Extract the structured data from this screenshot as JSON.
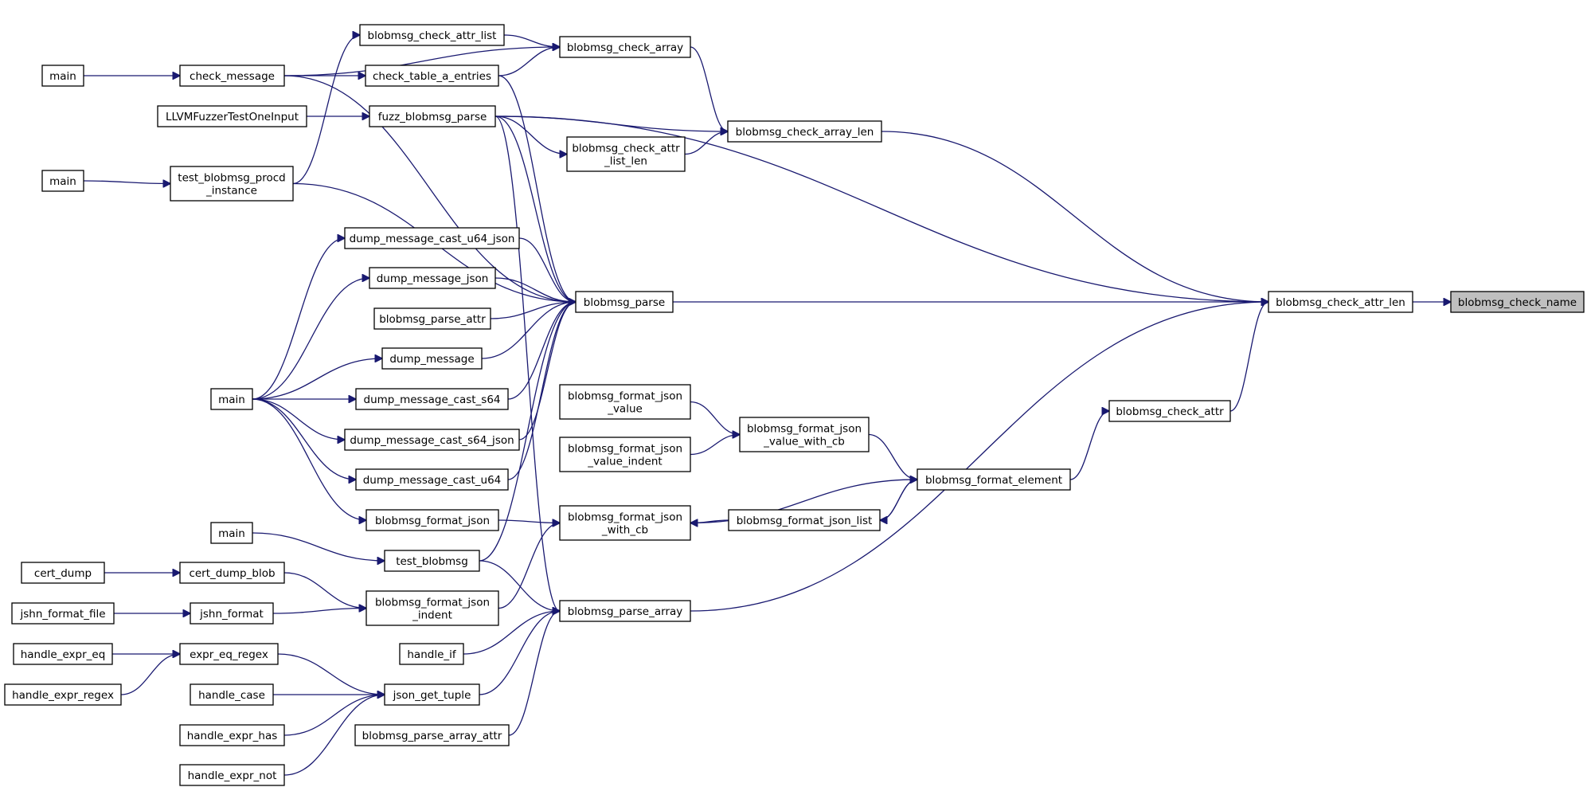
{
  "diagram": {
    "type": "call-graph",
    "edge_color": "#191970",
    "highlight_color": "#bfbfbf",
    "nodes": [
      {
        "id": "blobmsg_check_name",
        "lines": [
          "blobmsg_check_name"
        ],
        "highlight": true
      },
      {
        "id": "blobmsg_check_attr_len",
        "lines": [
          "blobmsg_check_attr_len"
        ]
      },
      {
        "id": "blobmsg_check_array_len",
        "lines": [
          "blobmsg_check_array_len"
        ]
      },
      {
        "id": "blobmsg_parse",
        "lines": [
          "blobmsg_parse"
        ]
      },
      {
        "id": "blobmsg_check_attr",
        "lines": [
          "blobmsg_check_attr"
        ]
      },
      {
        "id": "blobmsg_parse_array",
        "lines": [
          "blobmsg_parse_array"
        ]
      },
      {
        "id": "blobmsg_check_array",
        "lines": [
          "blobmsg_check_array"
        ]
      },
      {
        "id": "blobmsg_check_attr_list_len",
        "lines": [
          "blobmsg_check_attr",
          "_list_len"
        ]
      },
      {
        "id": "fuzz_blobmsg_parse",
        "lines": [
          "fuzz_blobmsg_parse"
        ]
      },
      {
        "id": "blobmsg_check_attr_list",
        "lines": [
          "blobmsg_check_attr_list"
        ]
      },
      {
        "id": "check_table_a_entries",
        "lines": [
          "check_table_a_entries"
        ]
      },
      {
        "id": "check_message",
        "lines": [
          "check_message"
        ]
      },
      {
        "id": "main1",
        "lines": [
          "main"
        ]
      },
      {
        "id": "LLVMFuzzerTestOneInput",
        "lines": [
          "LLVMFuzzerTestOneInput"
        ]
      },
      {
        "id": "test_blobmsg_procd_instance",
        "lines": [
          "test_blobmsg_procd",
          "_instance"
        ]
      },
      {
        "id": "main2",
        "lines": [
          "main"
        ]
      },
      {
        "id": "dump_message_cast_u64_json",
        "lines": [
          "dump_message_cast_u64_json"
        ]
      },
      {
        "id": "dump_message_json",
        "lines": [
          "dump_message_json"
        ]
      },
      {
        "id": "blobmsg_parse_attr",
        "lines": [
          "blobmsg_parse_attr"
        ]
      },
      {
        "id": "dump_message",
        "lines": [
          "dump_message"
        ]
      },
      {
        "id": "dump_message_cast_s64",
        "lines": [
          "dump_message_cast_s64"
        ]
      },
      {
        "id": "dump_message_cast_s64_json",
        "lines": [
          "dump_message_cast_s64_json"
        ]
      },
      {
        "id": "dump_message_cast_u64",
        "lines": [
          "dump_message_cast_u64"
        ]
      },
      {
        "id": "main3",
        "lines": [
          "main"
        ]
      },
      {
        "id": "blobmsg_format_json_value",
        "lines": [
          "blobmsg_format_json",
          "_value"
        ]
      },
      {
        "id": "blobmsg_format_json_value_indent",
        "lines": [
          "blobmsg_format_json",
          "_value_indent"
        ]
      },
      {
        "id": "blobmsg_format_json_value_with_cb",
        "lines": [
          "blobmsg_format_json",
          "_value_with_cb"
        ]
      },
      {
        "id": "blobmsg_format_element",
        "lines": [
          "blobmsg_format_element"
        ]
      },
      {
        "id": "blobmsg_format_json_with_cb",
        "lines": [
          "blobmsg_format_json",
          "_with_cb"
        ]
      },
      {
        "id": "blobmsg_format_json_list",
        "lines": [
          "blobmsg_format_json_list"
        ]
      },
      {
        "id": "blobmsg_format_json",
        "lines": [
          "blobmsg_format_json"
        ]
      },
      {
        "id": "main4",
        "lines": [
          "main"
        ]
      },
      {
        "id": "test_blobmsg",
        "lines": [
          "test_blobmsg"
        ]
      },
      {
        "id": "cert_dump",
        "lines": [
          "cert_dump"
        ]
      },
      {
        "id": "cert_dump_blob",
        "lines": [
          "cert_dump_blob"
        ]
      },
      {
        "id": "blobmsg_format_json_indent",
        "lines": [
          "blobmsg_format_json",
          "_indent"
        ]
      },
      {
        "id": "jshn_format_file",
        "lines": [
          "jshn_format_file"
        ]
      },
      {
        "id": "jshn_format",
        "lines": [
          "jshn_format"
        ]
      },
      {
        "id": "handle_expr_eq",
        "lines": [
          "handle_expr_eq"
        ]
      },
      {
        "id": "expr_eq_regex",
        "lines": [
          "expr_eq_regex"
        ]
      },
      {
        "id": "handle_expr_regex",
        "lines": [
          "handle_expr_regex"
        ]
      },
      {
        "id": "handle_case",
        "lines": [
          "handle_case"
        ]
      },
      {
        "id": "json_get_tuple",
        "lines": [
          "json_get_tuple"
        ]
      },
      {
        "id": "handle_expr_has",
        "lines": [
          "handle_expr_has"
        ]
      },
      {
        "id": "handle_expr_not",
        "lines": [
          "handle_expr_not"
        ]
      },
      {
        "id": "handle_if",
        "lines": [
          "handle_if"
        ]
      },
      {
        "id": "blobmsg_parse_array_attr",
        "lines": [
          "blobmsg_parse_array_attr"
        ]
      }
    ],
    "edges": [
      [
        "blobmsg_check_attr_len",
        "blobmsg_check_name"
      ],
      [
        "blobmsg_check_array_len",
        "blobmsg_check_attr_len"
      ],
      [
        "fuzz_blobmsg_parse",
        "blobmsg_check_attr_len"
      ],
      [
        "blobmsg_parse",
        "blobmsg_check_attr_len"
      ],
      [
        "blobmsg_check_attr",
        "blobmsg_check_attr_len"
      ],
      [
        "blobmsg_parse_array",
        "blobmsg_check_attr_len"
      ],
      [
        "blobmsg_check_array",
        "blobmsg_check_array_len"
      ],
      [
        "fuzz_blobmsg_parse",
        "blobmsg_check_array_len"
      ],
      [
        "blobmsg_check_attr_list_len",
        "blobmsg_check_array_len"
      ],
      [
        "blobmsg_check_attr_list",
        "blobmsg_check_array"
      ],
      [
        "check_table_a_entries",
        "blobmsg_check_array"
      ],
      [
        "check_message",
        "blobmsg_check_array"
      ],
      [
        "check_message",
        "check_table_a_entries"
      ],
      [
        "main1",
        "check_message"
      ],
      [
        "test_blobmsg_procd_instance",
        "blobmsg_check_attr_list"
      ],
      [
        "LLVMFuzzerTestOneInput",
        "fuzz_blobmsg_parse"
      ],
      [
        "fuzz_blobmsg_parse",
        "blobmsg_check_attr_list_len"
      ],
      [
        "main2",
        "test_blobmsg_procd_instance"
      ],
      [
        "check_table_a_entries",
        "blobmsg_parse"
      ],
      [
        "check_message",
        "blobmsg_parse"
      ],
      [
        "fuzz_blobmsg_parse",
        "blobmsg_parse"
      ],
      [
        "test_blobmsg_procd_instance",
        "blobmsg_parse"
      ],
      [
        "dump_message_cast_u64_json",
        "blobmsg_parse"
      ],
      [
        "dump_message_json",
        "blobmsg_parse"
      ],
      [
        "blobmsg_parse_attr",
        "blobmsg_parse"
      ],
      [
        "dump_message",
        "blobmsg_parse"
      ],
      [
        "dump_message_cast_s64",
        "blobmsg_parse"
      ],
      [
        "dump_message_cast_s64_json",
        "blobmsg_parse"
      ],
      [
        "dump_message_cast_u64",
        "blobmsg_parse"
      ],
      [
        "test_blobmsg",
        "blobmsg_parse"
      ],
      [
        "main3",
        "dump_message_cast_u64_json"
      ],
      [
        "main3",
        "dump_message_json"
      ],
      [
        "main3",
        "dump_message"
      ],
      [
        "main3",
        "dump_message_cast_s64"
      ],
      [
        "main3",
        "dump_message_cast_s64_json"
      ],
      [
        "main3",
        "dump_message_cast_u64"
      ],
      [
        "main3",
        "blobmsg_format_json"
      ],
      [
        "blobmsg_format_element",
        "blobmsg_check_attr"
      ],
      [
        "blobmsg_format_json_value",
        "blobmsg_format_json_value_with_cb"
      ],
      [
        "blobmsg_format_json_value_indent",
        "blobmsg_format_json_value_with_cb"
      ],
      [
        "blobmsg_format_json_value_with_cb",
        "blobmsg_format_element"
      ],
      [
        "blobmsg_format_json_with_cb",
        "blobmsg_format_element"
      ],
      [
        "blobmsg_format_json_list",
        "blobmsg_format_element"
      ],
      [
        "blobmsg_format_element",
        "blobmsg_format_json_list"
      ],
      [
        "blobmsg_format_json_list",
        "blobmsg_format_json_with_cb"
      ],
      [
        "blobmsg_format_json",
        "blobmsg_format_json_with_cb"
      ],
      [
        "blobmsg_format_json_indent",
        "blobmsg_format_json_with_cb"
      ],
      [
        "main4",
        "test_blobmsg"
      ],
      [
        "cert_dump",
        "cert_dump_blob"
      ],
      [
        "cert_dump_blob",
        "blobmsg_format_json_indent"
      ],
      [
        "jshn_format_file",
        "jshn_format"
      ],
      [
        "jshn_format",
        "blobmsg_format_json_indent"
      ],
      [
        "handle_expr_eq",
        "expr_eq_regex"
      ],
      [
        "handle_expr_regex",
        "expr_eq_regex"
      ],
      [
        "expr_eq_regex",
        "json_get_tuple"
      ],
      [
        "handle_case",
        "json_get_tuple"
      ],
      [
        "handle_expr_has",
        "json_get_tuple"
      ],
      [
        "handle_expr_not",
        "json_get_tuple"
      ],
      [
        "fuzz_blobmsg_parse",
        "blobmsg_parse_array"
      ],
      [
        "test_blobmsg",
        "blobmsg_parse_array"
      ],
      [
        "handle_if",
        "blobmsg_parse_array"
      ],
      [
        "json_get_tuple",
        "blobmsg_parse_array"
      ],
      [
        "blobmsg_parse_array_attr",
        "blobmsg_parse_array"
      ]
    ]
  }
}
